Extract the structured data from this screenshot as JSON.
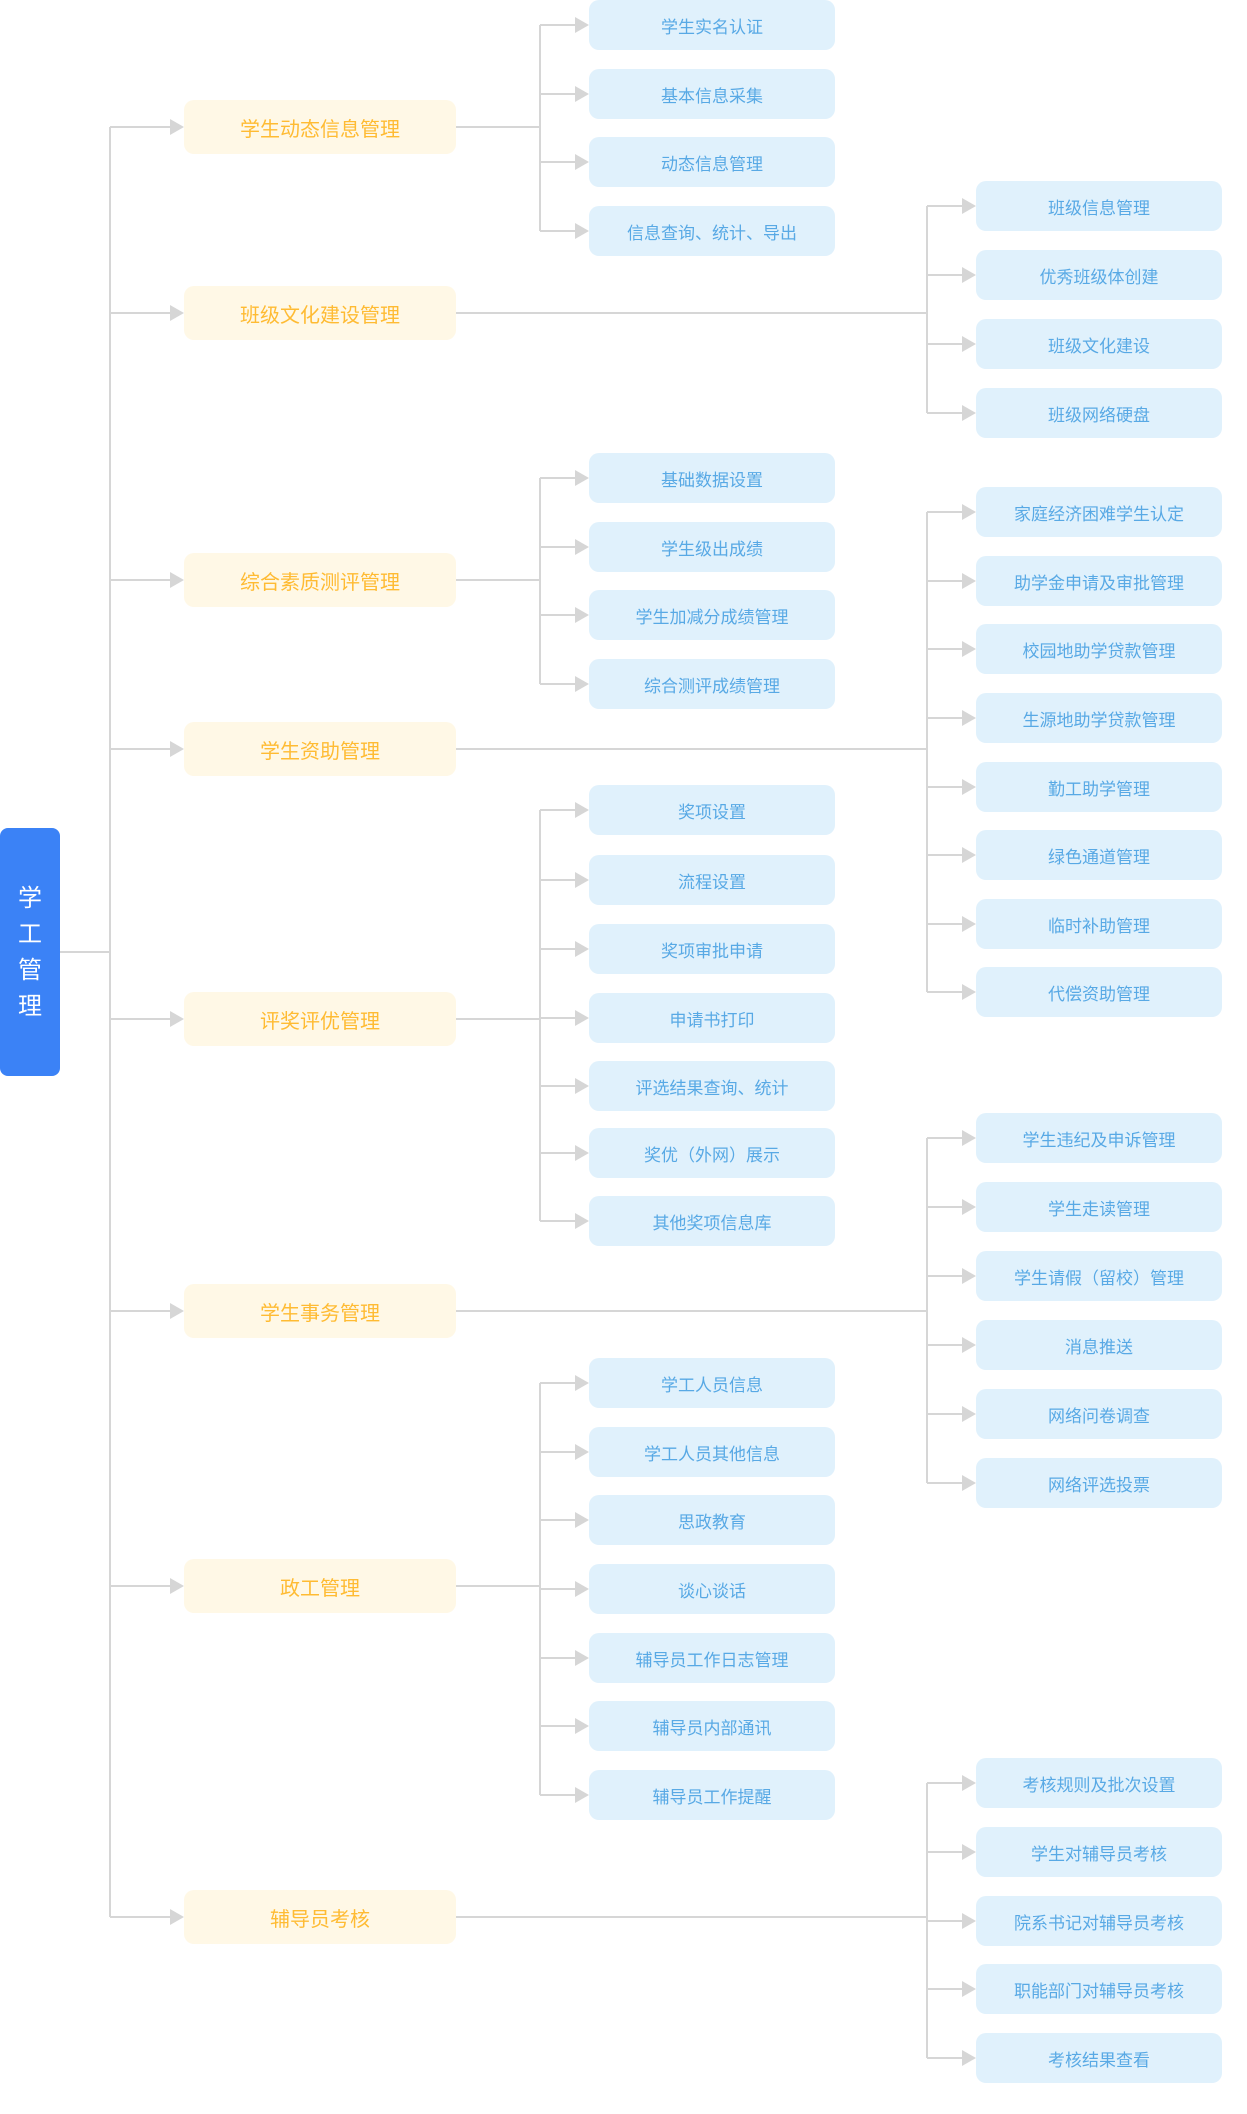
{
  "root": {
    "label": "学工管理"
  },
  "categories": [
    {
      "label": "学生动态信息管理",
      "side": "middle",
      "children": [
        "学生实名认证",
        "基本信息采集",
        "动态信息管理",
        "信息查询、统计、导出"
      ]
    },
    {
      "label": "班级文化建设管理",
      "side": "right",
      "children": [
        "班级信息管理",
        "优秀班级体创建",
        "班级文化建设",
        "班级网络硬盘"
      ]
    },
    {
      "label": "综合素质测评管理",
      "side": "middle",
      "children": [
        "基础数据设置",
        "学生级出成绩",
        "学生加减分成绩管理",
        "综合测评成绩管理"
      ]
    },
    {
      "label": "学生资助管理",
      "side": "right",
      "children": [
        "家庭经济困难学生认定",
        "助学金申请及审批管理",
        "校园地助学贷款管理",
        "生源地助学贷款管理",
        "勤工助学管理",
        "绿色通道管理",
        "临时补助管理",
        "代偿资助管理"
      ]
    },
    {
      "label": "评奖评优管理",
      "side": "middle",
      "children": [
        "奖项设置",
        "流程设置",
        "奖项审批申请",
        "申请书打印",
        "评选结果查询、统计",
        "奖优（外网）展示",
        "其他奖项信息库"
      ]
    },
    {
      "label": "学生事务管理",
      "side": "right",
      "children": [
        "学生违纪及申诉管理",
        "学生走读管理",
        "学生请假（留校）管理",
        "消息推送",
        "网络问卷调查",
        "网络评选投票"
      ]
    },
    {
      "label": "政工管理",
      "side": "middle",
      "children": [
        "学工人员信息",
        "学工人员其他信息",
        "思政教育",
        "谈心谈话",
        "辅导员工作日志管理",
        "辅导员内部通讯",
        "辅导员工作提醒"
      ]
    },
    {
      "label": "辅导员考核",
      "side": "right",
      "children": [
        "考核规则及批次设置",
        "学生对辅导员考核",
        "院系书记对辅导员考核",
        "职能部门对辅导员考核",
        "考核结果查看"
      ]
    }
  ]
}
